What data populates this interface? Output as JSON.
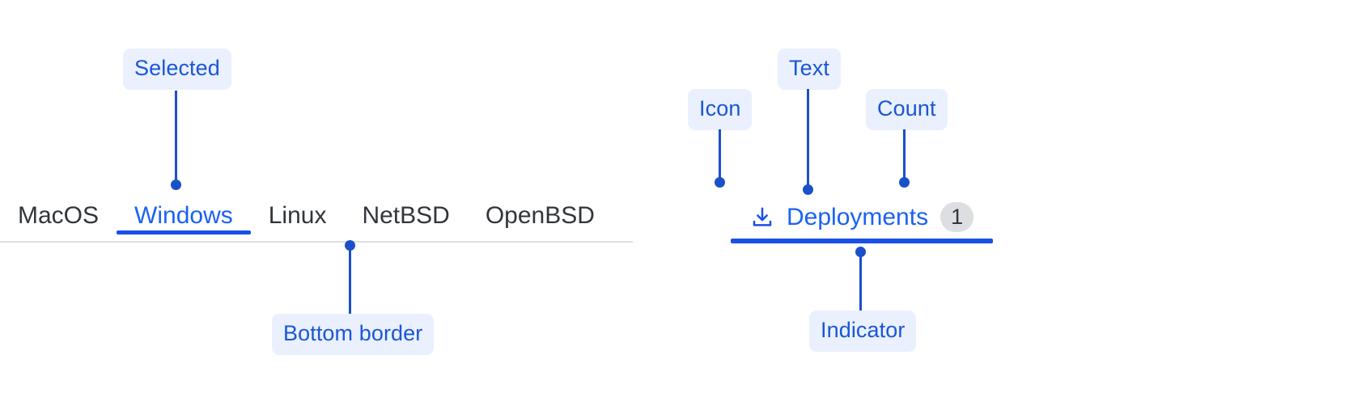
{
  "left_group": {
    "tabs": [
      {
        "label": "MacOS",
        "selected": false
      },
      {
        "label": "Windows",
        "selected": true
      },
      {
        "label": "Linux",
        "selected": false
      },
      {
        "label": "NetBSD",
        "selected": false
      },
      {
        "label": "OpenBSD",
        "selected": false
      }
    ],
    "annotations": {
      "selected": "Selected",
      "bottom_border": "Bottom border"
    }
  },
  "right_group": {
    "tab": {
      "icon": "download-icon",
      "label": "Deployments",
      "count": "1"
    },
    "annotations": {
      "icon": "Icon",
      "text": "Text",
      "count": "Count",
      "indicator": "Indicator"
    }
  },
  "colors": {
    "accent_blue": "#1a62f2",
    "indicator_blue": "#1a50e8",
    "annotation_blue": "#1a56d6",
    "annotation_bg": "#eaf0fd",
    "tab_text": "#31363c",
    "border_gray": "#dcdfe4",
    "count_bg": "#dcdee1"
  }
}
